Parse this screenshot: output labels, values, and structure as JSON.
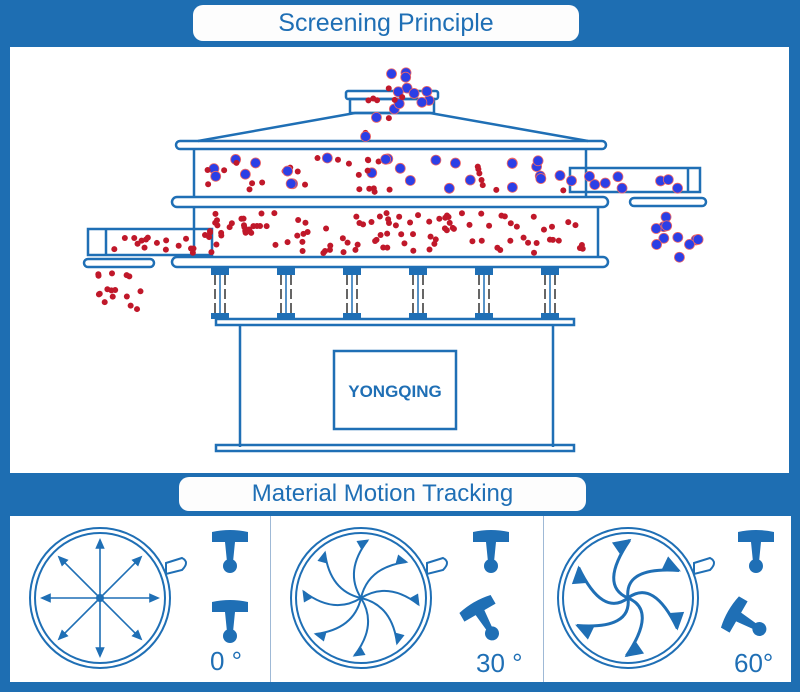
{
  "colors": {
    "frame_blue": "#1e6eb2",
    "line_blue": "#1f6fb5",
    "coarse_particle": "#2b3fe6",
    "fine_particle": "#c0182a",
    "background": "#ffffff"
  },
  "header": {
    "title": "Screening Principle"
  },
  "machine": {
    "brand_label": "YONGQING",
    "particle_legend": [
      {
        "kind": "coarse",
        "color_name": "blue",
        "exit": "upper outlet (right)"
      },
      {
        "kind": "fine",
        "color_name": "red",
        "exit": "lower outlet (left)"
      }
    ]
  },
  "tracking": {
    "title": "Material Motion Tracking",
    "panels": [
      {
        "angle_label": "0 °",
        "pattern": "radial-straight",
        "weight_icons": [
          "hammer-weight-upright-icon",
          "hammer-weight-upright-icon"
        ]
      },
      {
        "angle_label": "30 °",
        "pattern": "spiral-light",
        "weight_icons": [
          "hammer-weight-upright-icon",
          "hammer-weight-tilted-30-icon"
        ]
      },
      {
        "angle_label": "60°",
        "pattern": "spiral-strong",
        "weight_icons": [
          "hammer-weight-upright-icon",
          "hammer-weight-tilted-60-icon"
        ]
      }
    ]
  }
}
